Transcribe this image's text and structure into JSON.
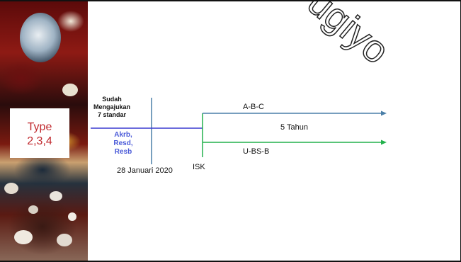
{
  "slide": {
    "title": "Type\n2,3,4"
  },
  "diagram": {
    "sudah_label": "Sudah\nMengajukan\n7 standar",
    "akreditasi_label": "Akrb,\nResd,\nResb",
    "date_label": "28 Januari 2020",
    "isk_label": "ISK",
    "upper_track_label": "A-B-C",
    "period_label": "5 Tahun",
    "lower_track_label": "U-BS-B",
    "colors": {
      "blue_line": "#3a3ad0",
      "steel_line": "#4a7fa8",
      "green_line": "#22b14c",
      "title_red": "#c0282d"
    }
  },
  "watermark": {
    "text": "ugiyo",
    "icon": "watermark-text"
  }
}
